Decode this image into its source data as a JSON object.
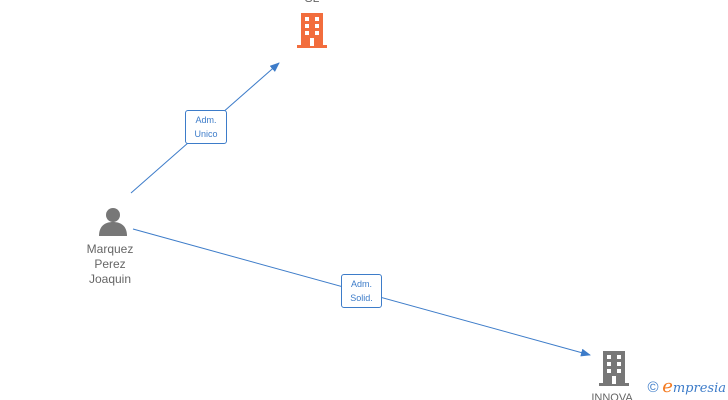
{
  "nodes": {
    "company_top": {
      "label": "SL",
      "color": "#f26d3d"
    },
    "person": {
      "line1": "Marquez",
      "line2": "Perez",
      "line3": "Joaquin",
      "color": "#777777"
    },
    "company_bottom": {
      "label": "INNOVA",
      "color": "#777777"
    }
  },
  "edges": [
    {
      "line1": "Adm.",
      "line2": "Unico"
    },
    {
      "line1": "Adm.",
      "line2": "Solid."
    }
  ],
  "colors": {
    "edge": "#3d7cc9"
  },
  "brand": {
    "copyright": "©",
    "initial": "e",
    "rest": "mpresia"
  }
}
